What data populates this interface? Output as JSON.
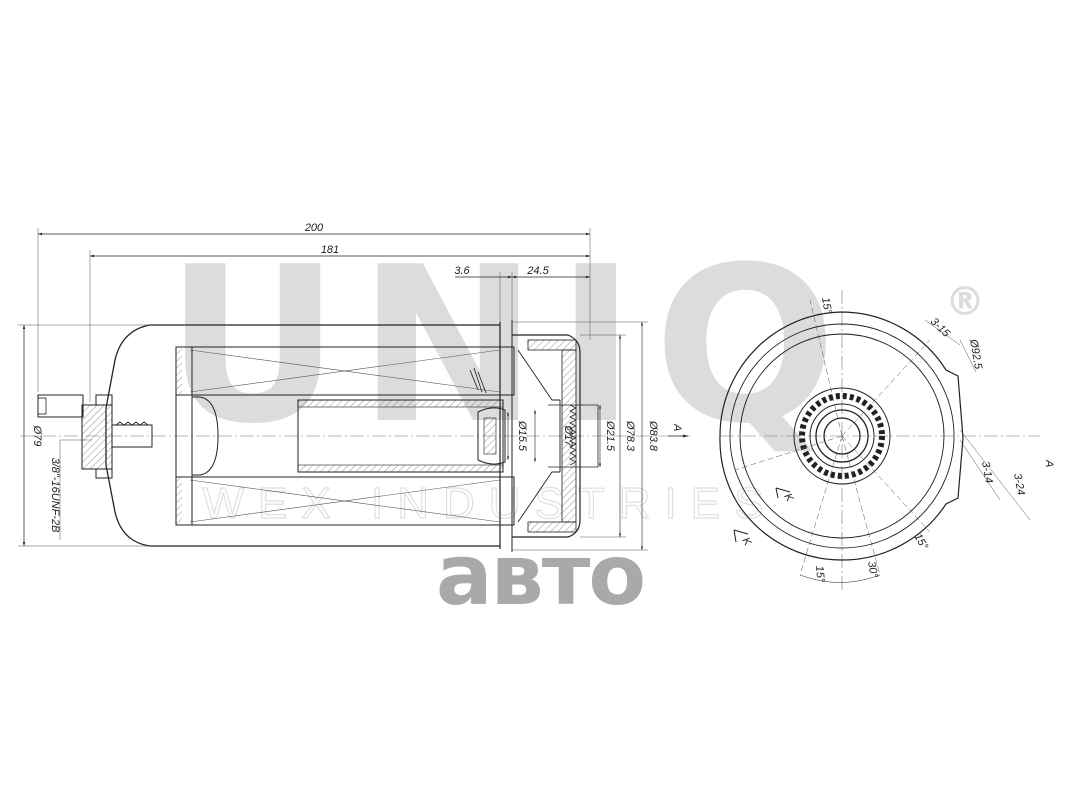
{
  "watermark": {
    "brand": "UNIQ",
    "registered": "®",
    "subtitle": "WEX INDUSTRIES",
    "brand_color": "#dcdcdc",
    "subtitle_color": "#e4e4e4"
  },
  "overlay_logo": {
    "text": "авто",
    "color": "#a9a9a9"
  },
  "side_view": {
    "dimensions": {
      "total_length": "200",
      "body_length": "181",
      "flange_offset": "3.6",
      "cap_length": "24.5",
      "body_diameter": "Ø79",
      "inner_diameter_1": "Ø15.5",
      "inner_diameter_2": "Ø17",
      "inner_diameter_3": "Ø21.5",
      "inner_diameter_4": "Ø78.3",
      "outer_diameter": "Ø83.8",
      "thread": "3/8\"-16UNF-2B"
    },
    "section_label": "A"
  },
  "end_view": {
    "section_label": "A",
    "view_label_k1": "K",
    "view_label_k2": "K",
    "dimensions": {
      "angle_top": "15°",
      "notch_top": "3-15",
      "diameter": "Ø92.5",
      "notch_right_1": "3-14",
      "notch_right_2": "3-24",
      "angle_bottom_right": "15°",
      "angle_bottom": "30°",
      "angle_bottom_left": "15°"
    }
  }
}
